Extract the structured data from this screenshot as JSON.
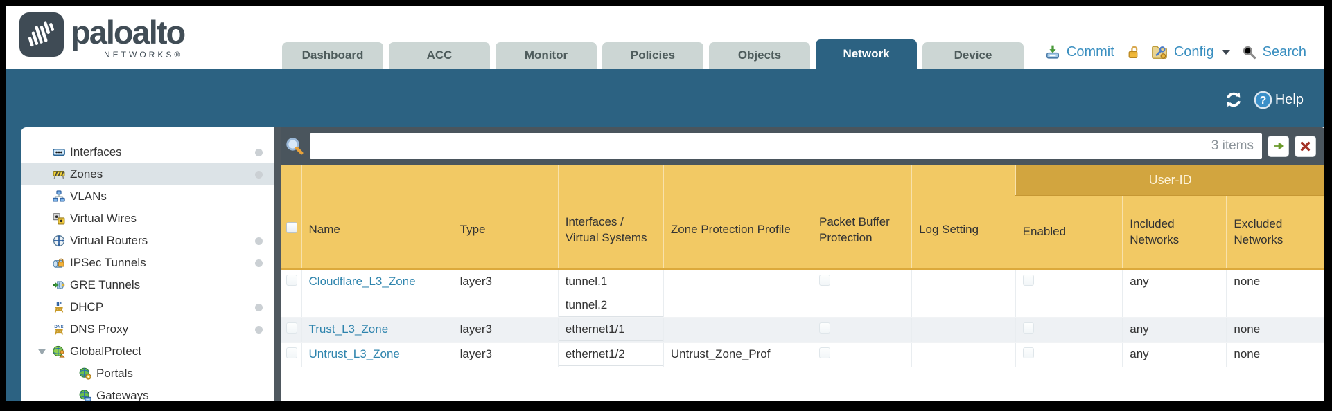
{
  "header": {
    "logo": {
      "brand": "paloalto",
      "sub": "NETWORKS®"
    },
    "tabs": [
      {
        "label": "Dashboard",
        "active": false
      },
      {
        "label": "ACC",
        "active": false
      },
      {
        "label": "Monitor",
        "active": false
      },
      {
        "label": "Policies",
        "active": false
      },
      {
        "label": "Objects",
        "active": false
      },
      {
        "label": "Network",
        "active": true
      },
      {
        "label": "Device",
        "active": false
      }
    ],
    "actions": {
      "commit": {
        "label": "Commit",
        "icon": "commit-icon"
      },
      "lock": {
        "icon": "lock-icon"
      },
      "config": {
        "label": "Config",
        "icon": "config-icon",
        "caret": true
      },
      "search": {
        "label": "Search",
        "icon": "search-icon"
      }
    }
  },
  "band": {
    "refresh_icon": "refresh-icon",
    "help": {
      "label": "Help",
      "icon": "help-icon"
    }
  },
  "sidebar": {
    "items": [
      {
        "label": "Interfaces",
        "icon": "interfaces",
        "dot": true,
        "selected": false,
        "indent": false,
        "caret": false
      },
      {
        "label": "Zones",
        "icon": "zones",
        "dot": true,
        "selected": true,
        "indent": false,
        "caret": false
      },
      {
        "label": "VLANs",
        "icon": "vlans",
        "dot": false,
        "selected": false,
        "indent": false,
        "caret": false
      },
      {
        "label": "Virtual Wires",
        "icon": "virtual-wires",
        "dot": false,
        "selected": false,
        "indent": false,
        "caret": false
      },
      {
        "label": "Virtual Routers",
        "icon": "virtual-routers",
        "dot": true,
        "selected": false,
        "indent": false,
        "caret": false
      },
      {
        "label": "IPSec Tunnels",
        "icon": "ipsec-tunnels",
        "dot": true,
        "selected": false,
        "indent": false,
        "caret": false
      },
      {
        "label": "GRE Tunnels",
        "icon": "gre-tunnels",
        "dot": false,
        "selected": false,
        "indent": false,
        "caret": false
      },
      {
        "label": "DHCP",
        "icon": "dhcp",
        "dot": true,
        "selected": false,
        "indent": false,
        "caret": false
      },
      {
        "label": "DNS Proxy",
        "icon": "dns-proxy",
        "dot": true,
        "selected": false,
        "indent": false,
        "caret": false
      },
      {
        "label": "GlobalProtect",
        "icon": "globalprotect",
        "dot": false,
        "selected": false,
        "indent": false,
        "caret": true
      },
      {
        "label": "Portals",
        "icon": "portals",
        "dot": false,
        "selected": false,
        "indent": true,
        "caret": false
      },
      {
        "label": "Gateways",
        "icon": "gateways",
        "dot": false,
        "selected": false,
        "indent": true,
        "caret": false
      }
    ]
  },
  "search": {
    "value": "",
    "items_count": "3 items"
  },
  "table": {
    "group_header": "User-ID",
    "columns": [
      "Name",
      "Type",
      "Interfaces / Virtual Systems",
      "Zone Protection Profile",
      "Packet Buffer Protection",
      "Log Setting",
      "Enabled",
      "Included Networks",
      "Excluded Networks"
    ],
    "rows": [
      {
        "name": "Cloudflare_L3_Zone",
        "type": "layer3",
        "interfaces": [
          "tunnel.1",
          "tunnel.2"
        ],
        "zone_protection_profile": "",
        "packet_buffer_protection": false,
        "log_setting": "",
        "enabled": false,
        "included_networks": "any",
        "excluded_networks": "none"
      },
      {
        "name": "Trust_L3_Zone",
        "type": "layer3",
        "interfaces": [
          "ethernet1/1"
        ],
        "zone_protection_profile": "",
        "packet_buffer_protection": false,
        "log_setting": "",
        "enabled": false,
        "included_networks": "any",
        "excluded_networks": "none"
      },
      {
        "name": "Untrust_L3_Zone",
        "type": "layer3",
        "interfaces": [
          "ethernet1/2"
        ],
        "zone_protection_profile": "Untrust_Zone_Prof",
        "packet_buffer_protection": false,
        "log_setting": "",
        "enabled": false,
        "included_networks": "any",
        "excluded_networks": "none"
      }
    ]
  },
  "colors": {
    "teal_band": "#2c6282",
    "table_header_gold": "#f2c964",
    "group_header_gold": "#d2a53f",
    "toolbar_dark": "#4a555d",
    "link_blue": "#2e84ad",
    "action_link_blue": "#3a8fc0",
    "inactive_tab": "#ccd6d4"
  }
}
